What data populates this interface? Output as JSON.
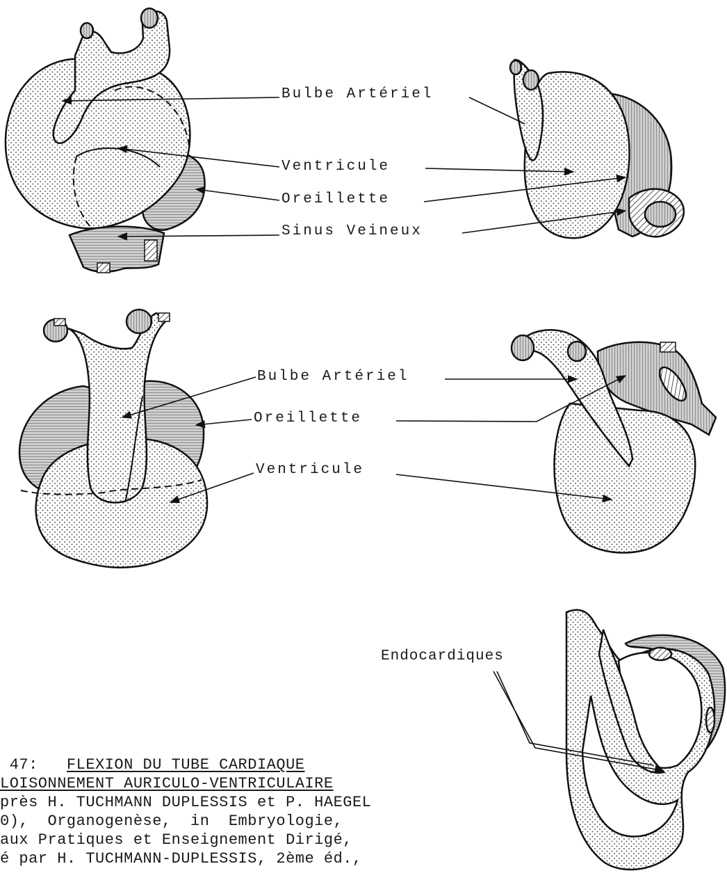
{
  "labels": {
    "top": {
      "bulbe": "Bulbe Artériel",
      "ventricule": "Ventricule",
      "oreillette": "Oreillette",
      "sinus": "Sinus Veineux"
    },
    "middle": {
      "bulbe": "Bulbe Artériel",
      "oreillette": "Oreillette",
      "ventricule": "Ventricule"
    },
    "bottom": {
      "endocardiques": "Endocardiques"
    }
  },
  "caption": {
    "line1_prefix": " 47:   ",
    "line1_title": "FLEXION DU TUBE CARDIAQUE",
    "line2": "LOISONNEMENT AURICULO-VENTRICULAIRE",
    "line3": "près H. TUCHMANN DUPLESSIS et P. HAEGEL",
    "line4": "0),  Organogenèse,  in  Embryologie,",
    "line5": "aux Pratiques et Enseignement Dirigé,",
    "line6": "é par H. TUCHMANN-DUPLESSIS, 2ème éd.,"
  }
}
